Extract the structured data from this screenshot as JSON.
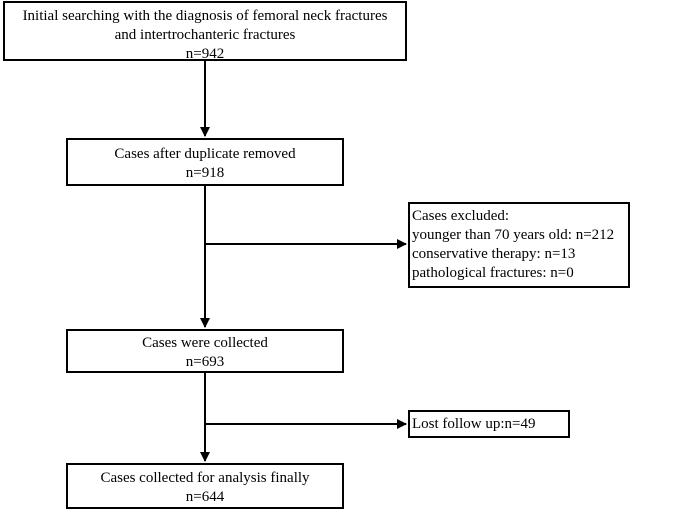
{
  "flowchart": {
    "initial": {
      "lines": [
        "Initial searching with the diagnosis of femoral neck fractures",
        "and intertrochanteric fractures",
        "n=942"
      ]
    },
    "dedup": {
      "lines": [
        "Cases after duplicate removed",
        "n=918"
      ]
    },
    "excluded": {
      "lines": [
        "Cases excluded:",
        "younger than 70 years old: n=212",
        "conservative therapy: n=13",
        "pathological fractures: n=0"
      ]
    },
    "collected": {
      "lines": [
        "Cases were collected",
        "n=693"
      ]
    },
    "lost": {
      "lines": [
        "Lost follow up:n=49"
      ]
    },
    "final": {
      "lines": [
        "Cases collected for analysis finally",
        "n=644"
      ]
    }
  }
}
